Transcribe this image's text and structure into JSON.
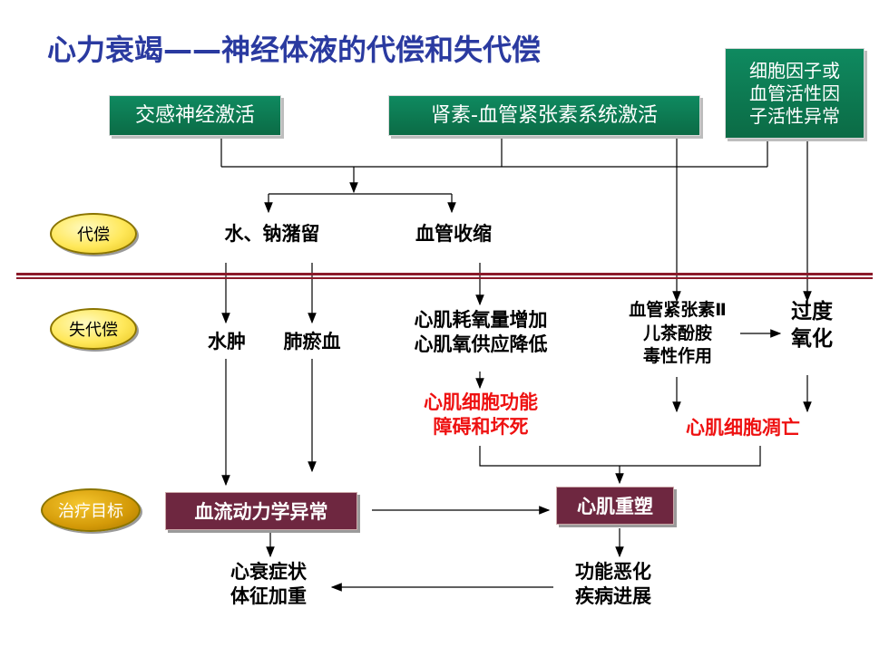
{
  "title": "心力衰竭——神经体液的代偿和失代偿",
  "boxes": {
    "sympathetic": "交感神经激活",
    "raas": "肾素-血管紧张素系统激活",
    "cytokine": [
      "细胞因子或",
      "血管活性因",
      "子活性异常"
    ]
  },
  "stages": {
    "compensation": "代偿",
    "decompensation": "失代偿",
    "treatment_target": "治疗目标"
  },
  "compensation": {
    "water_sodium": "水、钠潴留",
    "vasoconstriction": "血管收缩"
  },
  "decompensation": {
    "edema": "水肿",
    "pulmonary_congestion": "肺瘀血",
    "oxygen": [
      "心肌耗氧量增加",
      "心肌氧供应降低"
    ],
    "toxicity": [
      "血管紧张素Ⅱ",
      "儿茶酚胺",
      "毒性作用"
    ],
    "oxidation": [
      "过度",
      "氧化"
    ],
    "cell_dysfunction": [
      "心肌细胞功能",
      "障碍和坏死"
    ],
    "cell_death": "心肌细胞凋亡"
  },
  "targets": {
    "hemodynamic": "血流动力学异常",
    "remodeling": "心肌重塑"
  },
  "outcomes": {
    "symptoms": [
      "心衰症状",
      "体征加重"
    ],
    "progression": [
      "功能恶化",
      "疾病进展"
    ]
  },
  "colors": {
    "title": "#2a3aa0",
    "green_box": "#0b6b45",
    "purple_box": "#6e2740",
    "highlight": "#ee1111",
    "separator": "#8b1a2a"
  }
}
